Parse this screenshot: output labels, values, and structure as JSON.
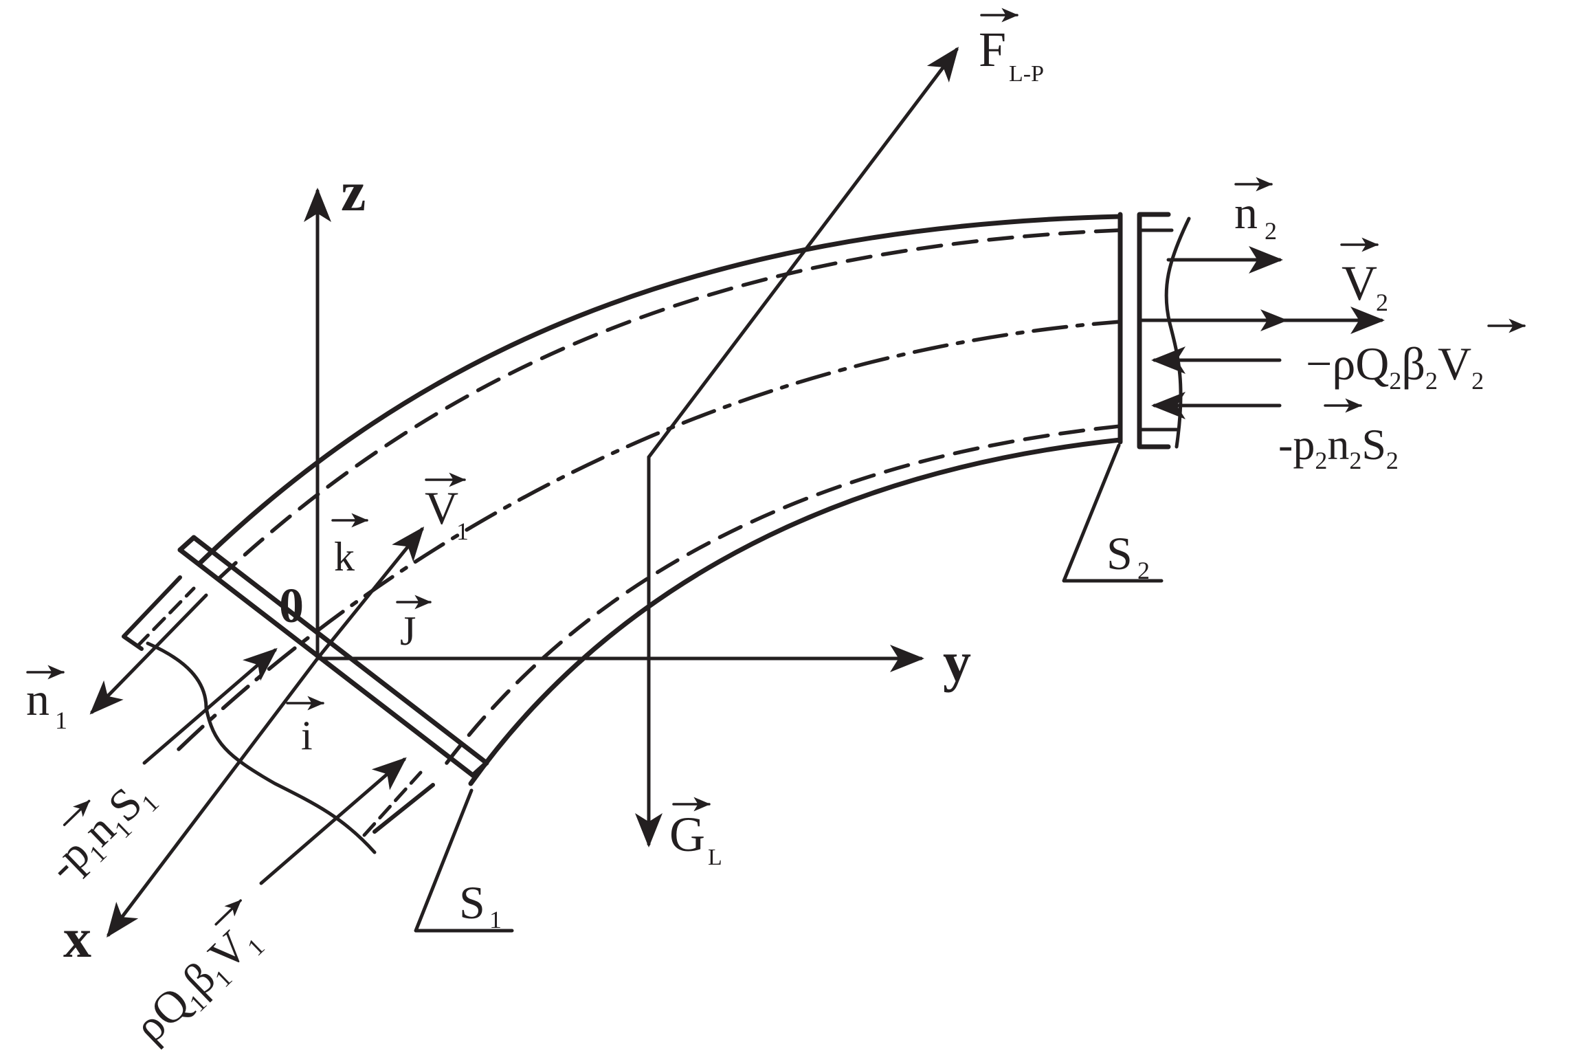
{
  "diagram": {
    "colors": {
      "ink": "#231f20",
      "background": "#ffffff"
    },
    "axes": {
      "z": "z",
      "y": "y",
      "x": "x",
      "origin": "0"
    },
    "unit_vectors": {
      "i": "i",
      "j": "J",
      "k": "k"
    },
    "forces": {
      "F": {
        "main": "F",
        "sub": "L-P"
      },
      "G": {
        "main": "G",
        "sub": "L"
      },
      "V1": {
        "main": "V",
        "sub": "1"
      },
      "V2": {
        "main": "V",
        "sub": "2"
      },
      "n1": {
        "main": "n",
        "sub": "1"
      },
      "n2": {
        "main": "n",
        "sub": "2"
      }
    },
    "sections": {
      "S1": {
        "main": "S",
        "sub": "1"
      },
      "S2": {
        "main": "S",
        "sub": "2"
      }
    },
    "momentum_out": {
      "prefix": "−ρQ",
      "s1": "2",
      "mid": "β",
      "s2": "2",
      "vec": "V",
      "s3": "2"
    },
    "pressure_out": {
      "prefix": "-p",
      "s1": "2",
      "vec": "n",
      "s2": "2",
      "tail": "S",
      "s3": "2"
    },
    "pressure_in": {
      "prefix": "-p",
      "s1": "1",
      "vec": "n",
      "s2": "1",
      "tail": "S",
      "s3": "1"
    },
    "momentum_in": {
      "prefix": "ρQ",
      "s1": "1",
      "mid": "β",
      "s2": "1",
      "vec": "V",
      "s3": "1"
    }
  }
}
